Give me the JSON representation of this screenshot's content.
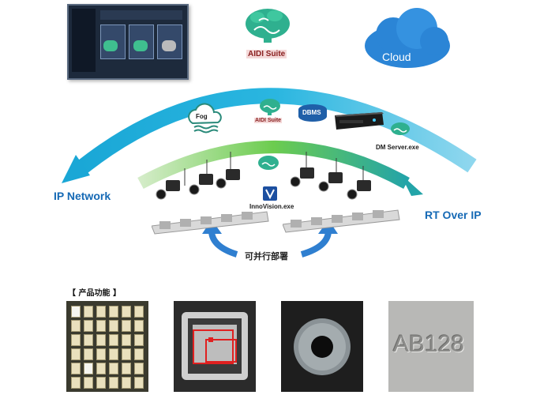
{
  "labels": {
    "aidi_suite_main": "AIDI Suite",
    "aidi_suite_small": "AIDI Suite",
    "cloud": "Cloud",
    "fog": "Fog",
    "dbms": "DBMS",
    "dm_server": "DM Server.exe",
    "ip_network": "IP Network",
    "rt_over_ip": "RT Over IP",
    "innovision": "InnoVision.exe",
    "parallel_deploy": "可并行部署",
    "product_features": "【 产品功能 】"
  },
  "sample_text": "AB128",
  "colors": {
    "outer_arc": "#1aa7d6",
    "inner_arc": "#4cc04a",
    "deploy_arrows": "#2f7fd0",
    "brain": "#2fb08f",
    "cloud": "#2b85d6"
  },
  "icons": [
    "dashboard-screenshot",
    "brain-icon",
    "cloud-icon",
    "fog-icon",
    "dbms-icon",
    "server-rack-icon",
    "camera-icon",
    "conveyor-line",
    "innovision-icon"
  ]
}
